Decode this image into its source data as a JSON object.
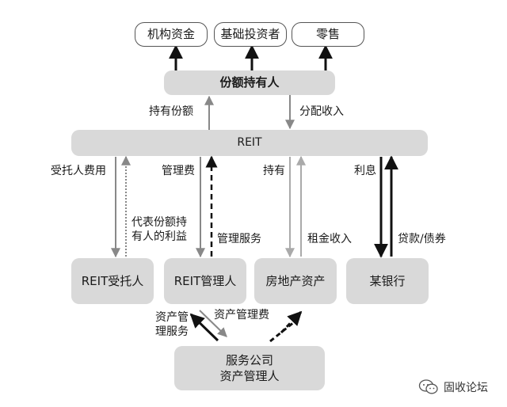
{
  "top_boxes": [
    "机构资金",
    "基础投资者",
    "零售"
  ],
  "holders": "份额持有人",
  "reit": "REIT",
  "middle_boxes": [
    "REIT受托人",
    "REIT管理人",
    "房地产资产",
    "某银行"
  ],
  "service_company": [
    "服务公司",
    "资产管理人"
  ],
  "labels": {
    "hold_share": "持有份额",
    "distribute_income": "分配收入",
    "trustee_fee": "受托人费用",
    "represent_interest": "代表份额持有人的利益",
    "management_fee": "管理费",
    "management_service": "管理服务",
    "hold": "持有",
    "rent_income": "租金收入",
    "interest": "利息",
    "loan_bond": "贷款/债券",
    "asset_mgmt_service": "资产管理服务",
    "asset_mgmt_fee": "资产管理费"
  },
  "watermark": "固收论坛"
}
